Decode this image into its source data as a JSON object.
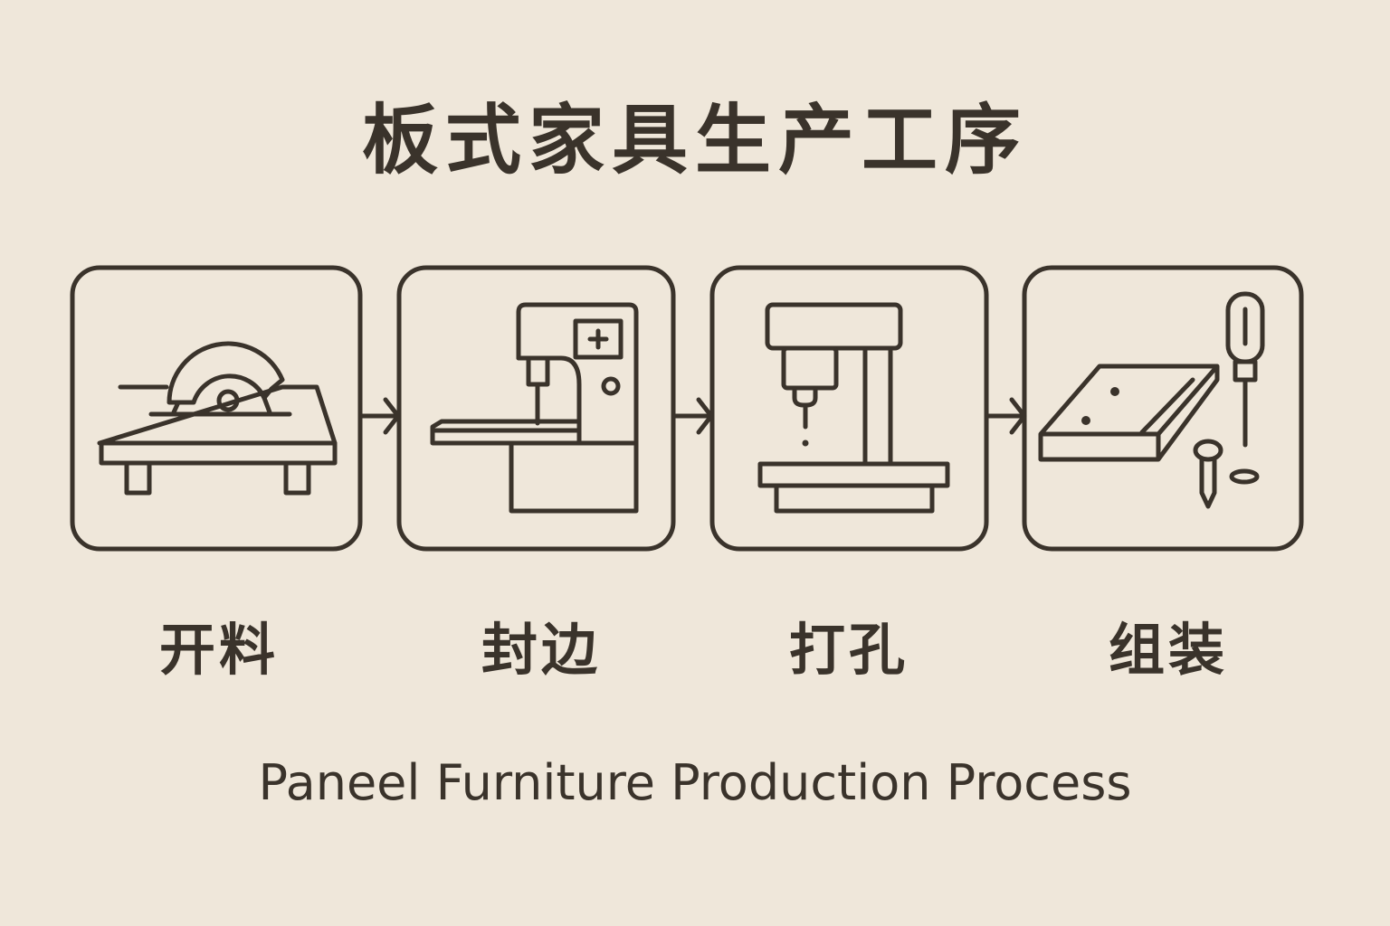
{
  "title": "板式家具生产工序",
  "steps": [
    {
      "label": "开料",
      "icon": "table-saw-icon"
    },
    {
      "label": "封边",
      "icon": "edge-banding-machine-icon"
    },
    {
      "label": "打孔",
      "icon": "drill-press-icon"
    },
    {
      "label": "组装",
      "icon": "assembly-board-screw-icon"
    }
  ],
  "subtitle": "Paneel Furniture Production Process",
  "colors": {
    "background": "#EFE7DA",
    "ink": "#3A332B"
  }
}
